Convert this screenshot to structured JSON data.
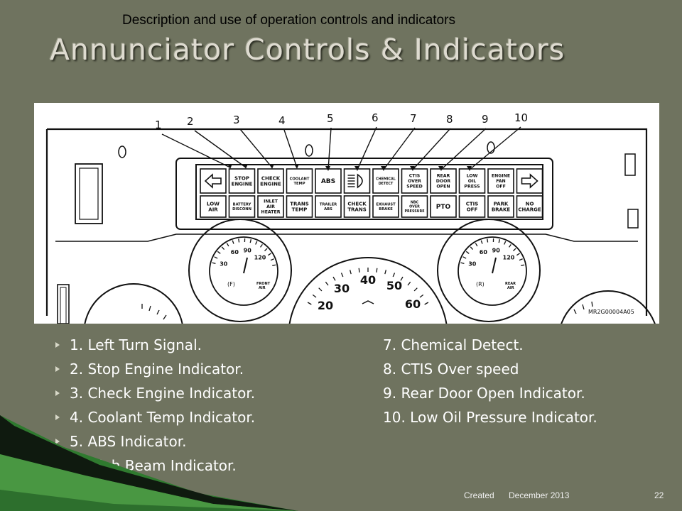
{
  "slide": {
    "caption": "Description and use of operation controls and indicators",
    "title": "Annunciator Controls & Indicators"
  },
  "figure": {
    "callouts": [
      "1",
      "2",
      "3",
      "4",
      "5",
      "6",
      "7",
      "8",
      "9",
      "10"
    ],
    "top_row": [
      {
        "icon": "left-arrow"
      },
      {
        "lines": [
          "STOP",
          "ENGINE"
        ]
      },
      {
        "lines": [
          "CHECK",
          "ENGINE"
        ]
      },
      {
        "lines": [
          "COOLANT",
          "TEMP"
        ]
      },
      {
        "lines": [
          "ABS"
        ]
      },
      {
        "icon": "high-beam"
      },
      {
        "lines": [
          "CHEMICAL",
          "DETECT"
        ]
      },
      {
        "lines": [
          "CTIS",
          "OVER",
          "SPEED"
        ]
      },
      {
        "lines": [
          "REAR",
          "DOOR",
          "OPEN"
        ]
      },
      {
        "lines": [
          "LOW",
          "OIL",
          "PRESS"
        ]
      },
      {
        "lines": [
          "ENGINE",
          "FAN",
          "OFF"
        ]
      },
      {
        "icon": "right-arrow"
      }
    ],
    "bottom_row": [
      {
        "lines": [
          "LOW",
          "AIR"
        ]
      },
      {
        "lines": [
          "BATTERY",
          "DISCONN"
        ]
      },
      {
        "lines": [
          "INLET",
          "AIR",
          "HEATER"
        ]
      },
      {
        "lines": [
          "TRANS",
          "TEMP"
        ]
      },
      {
        "lines": [
          "TRAILER",
          "ABS"
        ]
      },
      {
        "lines": [
          "CHECK",
          "TRANS"
        ]
      },
      {
        "lines": [
          "EXHAUST",
          "BRAKE"
        ]
      },
      {
        "lines": [
          "NBC",
          "OVER",
          "PRESSURE"
        ]
      },
      {
        "lines": [
          "PTO"
        ]
      },
      {
        "lines": [
          "CTIS",
          "OFF"
        ]
      },
      {
        "lines": [
          "PARK",
          "BRAKE"
        ]
      },
      {
        "lines": [
          "NO",
          "CHARGE"
        ]
      }
    ],
    "gauge_left": {
      "ticks": [
        "30",
        "60",
        "90",
        "120"
      ],
      "label": "(F)",
      "sub": [
        "FRONT",
        "AIR"
      ]
    },
    "gauge_right": {
      "ticks": [
        "30",
        "60",
        "90",
        "120"
      ],
      "label": "(R)",
      "sub": [
        "REAR",
        "AIR"
      ]
    },
    "speedometer": {
      "ticks": [
        "20",
        "30",
        "40",
        "50",
        "60"
      ]
    },
    "part_number": "MR2G00004A05"
  },
  "bullets_left": [
    "1. Left Turn Signal.",
    "2. Stop Engine Indicator.",
    "3. Check Engine Indicator.",
    "4. Coolant Temp Indicator.",
    "5. ABS Indicator.",
    "6. High Beam Indicator."
  ],
  "bullets_right": [
    "7. Chemical Detect.",
    "8. CTIS Over speed",
    "9. Rear Door Open Indicator.",
    "10. Low Oil Pressure Indicator."
  ],
  "footer": {
    "created": "Created",
    "date": "December 2013",
    "page": "22"
  },
  "colors": {
    "background": "#6f735f",
    "title": "#dedbd0",
    "deco_green": "#2f7a2f",
    "deco_black": "#000000"
  }
}
